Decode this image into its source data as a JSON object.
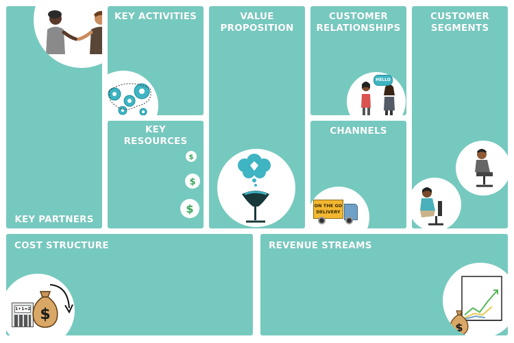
{
  "canvas": {
    "background": "#ffffff",
    "box_color": "#76c9bf",
    "label_color": "#ffffff"
  },
  "blocks": {
    "key_partners": {
      "label": "KEY PARTNERS",
      "icon": "handshake-people-icon"
    },
    "key_activities": {
      "label": "KEY ACTIVITIES",
      "icon": "gears-icon"
    },
    "key_resources": {
      "label_line1": "KEY",
      "label_line2": "RESOURCES",
      "icon": "money-bags-icon"
    },
    "value_proposition": {
      "label_line1": "VALUE",
      "label_line2": "PROPOSITION",
      "icon": "diamond-thought-chair-icon"
    },
    "customer_relationships": {
      "label_line1": "CUSTOMER",
      "label_line2": "RELATIONSHIPS",
      "icon": "greeting-people-icon",
      "speech_bubble": "HELLO"
    },
    "channels": {
      "label": "CHANNELS",
      "icon": "delivery-truck-icon",
      "truck_text_line1": "ON THE GO",
      "truck_text_line2": "DELIVERY"
    },
    "customer_segments": {
      "label_line1": "CUSTOMER",
      "label_line2": "SEGMENTS",
      "icon": "seated-customers-icon"
    },
    "cost_structure": {
      "label": "COST STRUCTURE",
      "icon": "calculator-money-bag-icon",
      "calculator_text": "1+1=2"
    },
    "revenue_streams": {
      "label": "REVENUE STREAMS",
      "icon": "growth-chart-money-bag-icon"
    }
  }
}
